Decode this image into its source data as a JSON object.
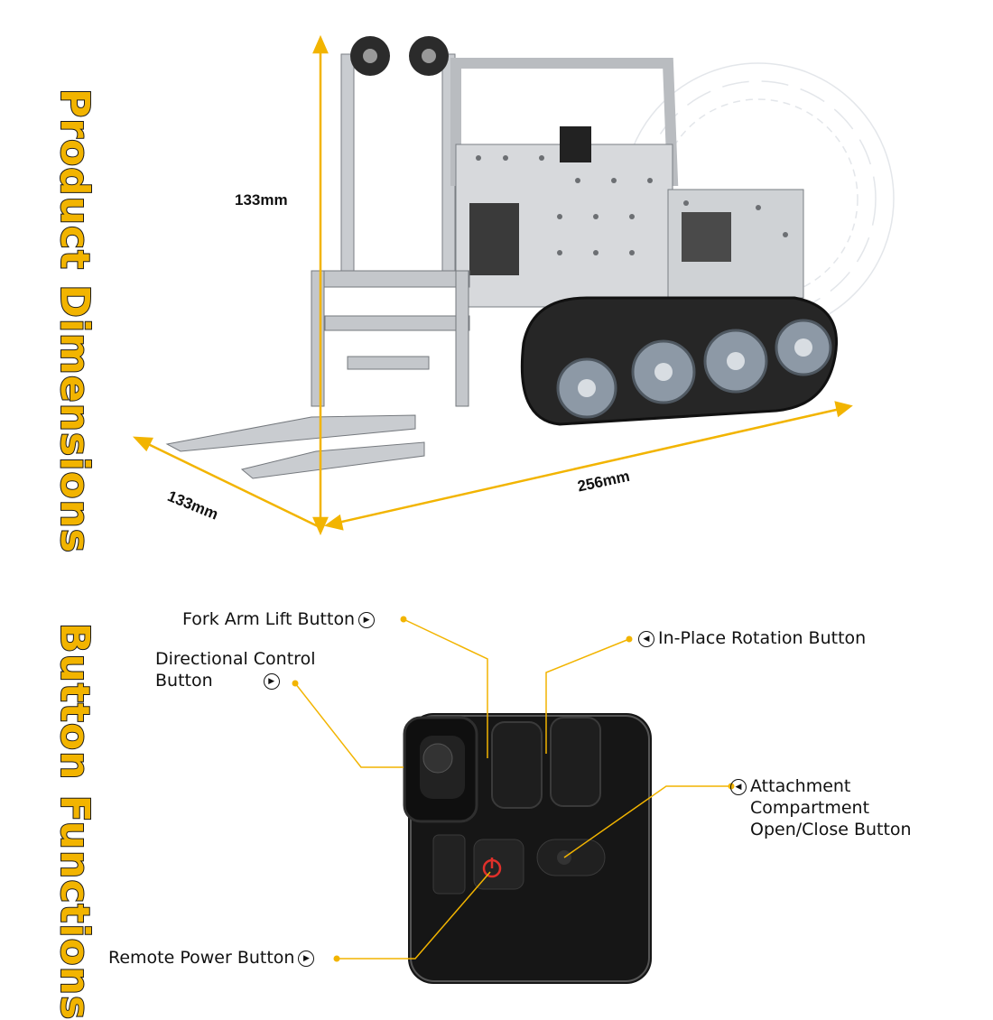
{
  "sections": {
    "dimensions_title": "Product Dimensions",
    "buttons_title": "Button Functions"
  },
  "dimensions": {
    "height": "133mm",
    "width": "133mm",
    "length": "256mm"
  },
  "callouts": {
    "fork_arm": "Fork Arm Lift Button",
    "directional_line1": "Directional Control",
    "directional_line2": "Button",
    "rotation": "In-Place Rotation Button",
    "attachment_line1": "Attachment",
    "attachment_line2": "Compartment",
    "attachment_line3": "Open/Close Button",
    "power": "Remote Power Button"
  },
  "colors": {
    "accent": "#f2b400",
    "title_stroke": "#1a1a1a",
    "remote_body": "#1b1b1b",
    "power_led": "#e0302a"
  },
  "icons": {
    "callout_right": "circle-arrow-right-icon",
    "callout_left": "circle-arrow-left-icon"
  }
}
